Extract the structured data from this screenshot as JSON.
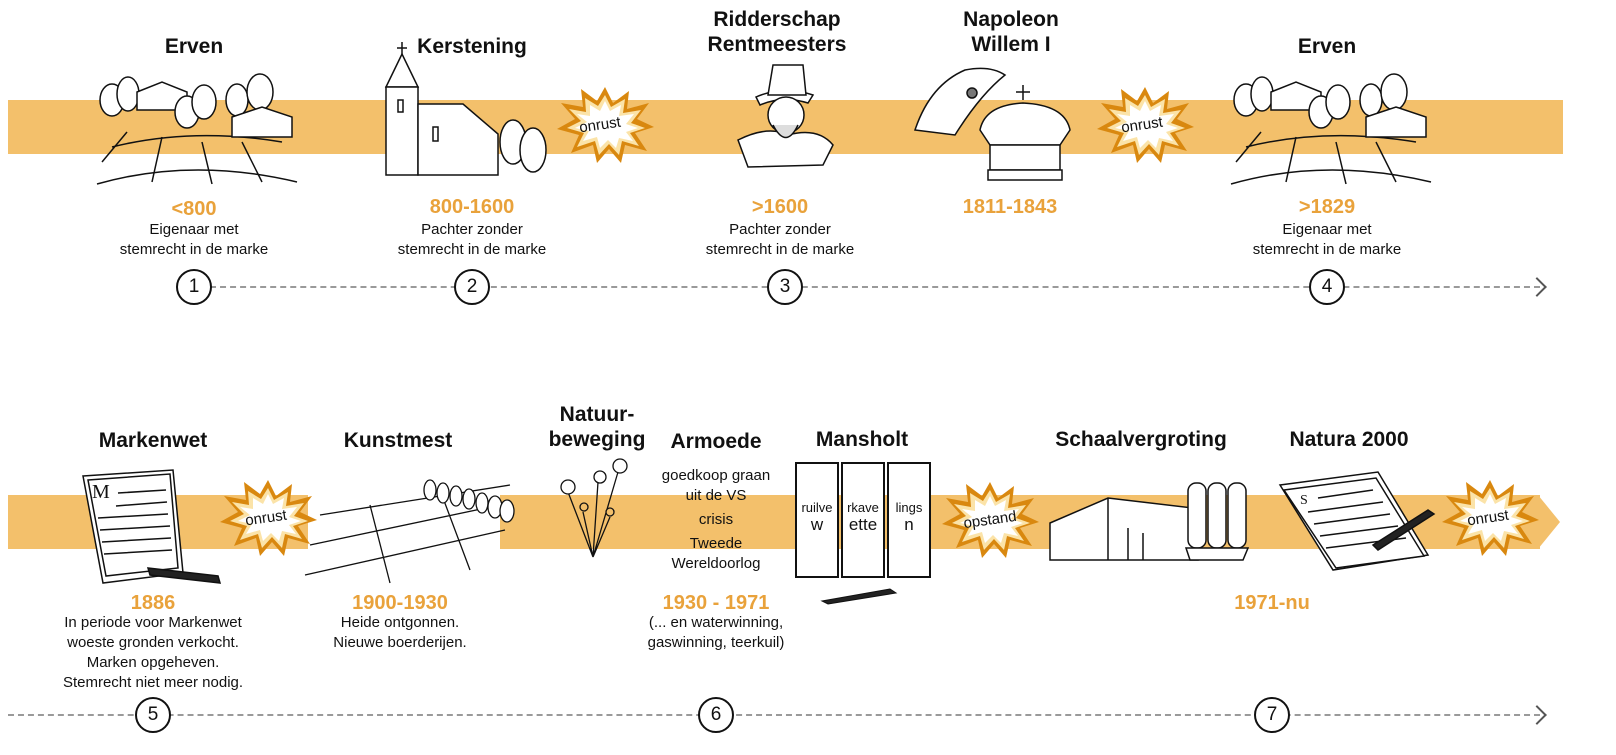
{
  "row1": [
    {
      "title": "Erven",
      "year": "<800",
      "desc": [
        "Eigenaar met",
        "stemrecht in de marke"
      ],
      "num": "1"
    },
    {
      "title": "Kerstening",
      "year": "800-1600",
      "desc": [
        "Pachter zonder",
        "stemrecht in de marke"
      ],
      "num": "2"
    },
    {
      "title_lines": [
        "Ridderschap",
        "Rentmeesters"
      ],
      "year": ">1600",
      "desc": [
        "Pachter zonder",
        "stemrecht in de marke"
      ],
      "num": "3"
    },
    {
      "title_lines": [
        "Napoleon",
        "Willem I"
      ],
      "year": "1811-1843"
    },
    {
      "title": "Erven",
      "year": ">1829",
      "desc": [
        "Eigenaar met",
        "stemrecht in de marke"
      ],
      "num": "4"
    }
  ],
  "row1_bursts": [
    "onrust",
    "onrust"
  ],
  "row2": [
    {
      "title": "Markenwet",
      "year": "1886",
      "desc": [
        "In periode voor Markenwet",
        "woeste gronden verkocht.",
        "Marken opgeheven.",
        "Stemrecht niet meer nodig."
      ],
      "num": "5"
    },
    {
      "title": "Kunstmest",
      "year": "1900-1930",
      "desc": [
        "Heide ontgonnen.",
        "Nieuwe boerderijen."
      ]
    },
    {
      "title_lines": [
        "Natuur-",
        "beweging"
      ]
    },
    {
      "title": "Armoede",
      "mid": [
        "goedkoop graan",
        "uit de VS",
        "crisis",
        "Tweede",
        "Wereldoorlog"
      ],
      "year": "1930 - 1971",
      "desc": [
        "(... en waterwinning,",
        "gaswinning, teerkuil)"
      ],
      "num": "6"
    },
    {
      "title": "Mansholt",
      "panels": [
        {
          "top": "ruilve",
          "bottom": "w"
        },
        {
          "top": "rkave",
          "bottom": "ette"
        },
        {
          "top": "lings",
          "bottom": "n"
        }
      ]
    },
    {
      "title": "Schaalvergroting"
    },
    {
      "title": "Natura 2000",
      "year": "1971-nu",
      "num": "7"
    }
  ],
  "row2_bursts": [
    "onrust",
    "opstand",
    "onrust"
  ],
  "colors": {
    "band": "#f3c06b",
    "year": "#e9a23b",
    "burst_outer": "#d9880f",
    "burst_inner": "#fbe3a8"
  }
}
